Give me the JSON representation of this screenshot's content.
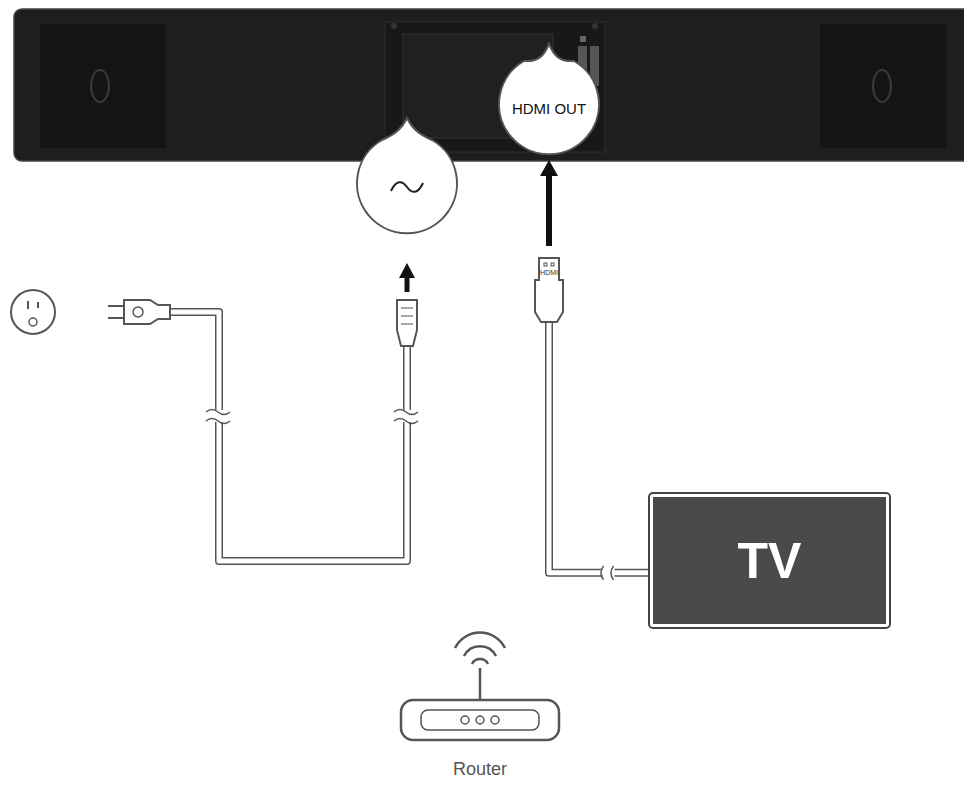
{
  "diagram": {
    "nodes": [
      {
        "text": [
          "HDMI OUT"
        ]
      },
      {
        "text": [
          "TV"
        ]
      }
    ],
    "edges": [
      {
        "from": 1,
        "to": 0,
        "arrow": "to",
        "label": "HDMI"
      }
    ],
    "labels": [
      "Router"
    ]
  }
}
